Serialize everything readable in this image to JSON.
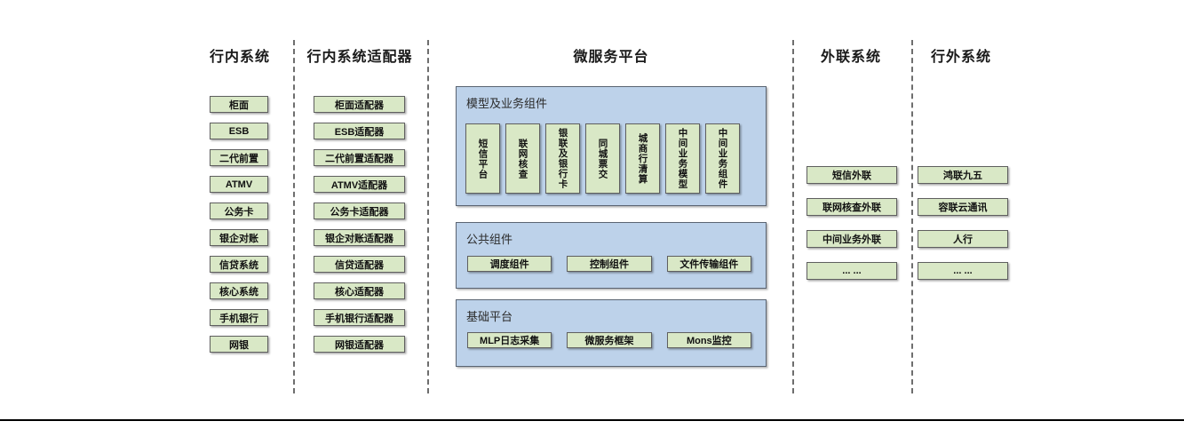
{
  "diagram": {
    "columns": {
      "internal": {
        "title": "行内系统",
        "items": [
          "柜面",
          "ESB",
          "二代前置",
          "ATMV",
          "公务卡",
          "银企对账",
          "信贷系统",
          "核心系统",
          "手机银行",
          "网银"
        ]
      },
      "adapter": {
        "title": "行内系统适配器",
        "items": [
          "柜面适配器",
          "ESB适配器",
          "二代前置适配器",
          "ATMV适配器",
          "公务卡适配器",
          "银企对账适配器",
          "信贷适配器",
          "核心适配器",
          "手机银行适配器",
          "网银适配器"
        ]
      },
      "platform": {
        "title": "微服务平台",
        "panels": {
          "model": {
            "title": "模型及业务组件",
            "items": [
              "短信平台",
              "联网核查",
              "银联及银行卡",
              "同城票交",
              "城商行清算",
              "中间业务模型",
              "中间业务组件"
            ]
          },
          "common": {
            "title": "公共组件",
            "items": [
              "调度组件",
              "控制组件",
              "文件传输组件"
            ]
          },
          "base": {
            "title": "基础平台",
            "items": [
              "MLP日志采集",
              "微服务框架",
              "Mons监控"
            ]
          }
        }
      },
      "outreach": {
        "title": "外联系统",
        "items": [
          "短信外联",
          "联网核查外联",
          "中间业务外联",
          "... ..."
        ]
      },
      "external": {
        "title": "行外系统",
        "items": [
          "鸿联九五",
          "容联云通讯",
          "人行",
          "... ..."
        ]
      }
    },
    "colors": {
      "box_fill": "#d9e8c6",
      "box_border": "#5f5f5f",
      "panel_fill": "#bdd2ea",
      "panel_border": "#5a6472",
      "divider": "#6e6e6e",
      "bottom_rule": "#000000"
    }
  }
}
